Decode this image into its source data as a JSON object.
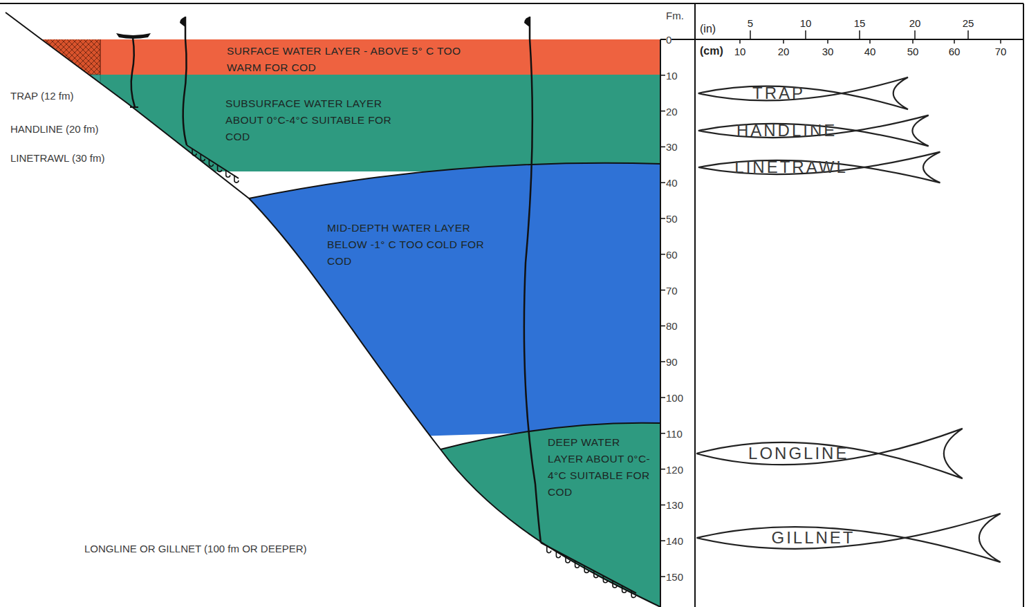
{
  "diagram": {
    "nodes": [
      {
        "text": [
          "SURFACE WATER LAYER - ABOVE 5° C TOO WARM FOR COD"
        ]
      },
      {
        "text": [
          "SUBSURFACE WATER LAYER ABOUT 0°C-4°C SUITABLE FOR COD"
        ]
      },
      {
        "text": [
          "MID-DEPTH WATER LAYER BELOW -1° C TOO COLD FOR COD"
        ]
      },
      {
        "text": [
          "DEEP WATER LAYER ABOUT 0°C-4°C SUITABLE FOR COD"
        ]
      },
      {
        "text": [
          "TRAP"
        ]
      },
      {
        "text": [
          "HANDLINE"
        ]
      },
      {
        "text": [
          "LINETRAWL"
        ]
      },
      {
        "text": [
          "LONGLINE"
        ]
      },
      {
        "text": [
          "GILLNET"
        ]
      }
    ],
    "labels": [
      "Fm.",
      "0",
      "10",
      "20",
      "30",
      "40",
      "50",
      "60",
      "70",
      "80",
      "90",
      "100",
      "110",
      "120",
      "130",
      "140",
      "150",
      "(in)",
      "5",
      "10",
      "15",
      "20",
      "25",
      "(cm)",
      "10",
      "20",
      "30",
      "40",
      "50",
      "60",
      "70",
      "TRAP (12 fm)",
      "HANDLINE (20 fm)",
      "LINETRAWL (30 fm)",
      "LONGLINE OR GILLNET (100 fm OR DEEPER)"
    ]
  }
}
